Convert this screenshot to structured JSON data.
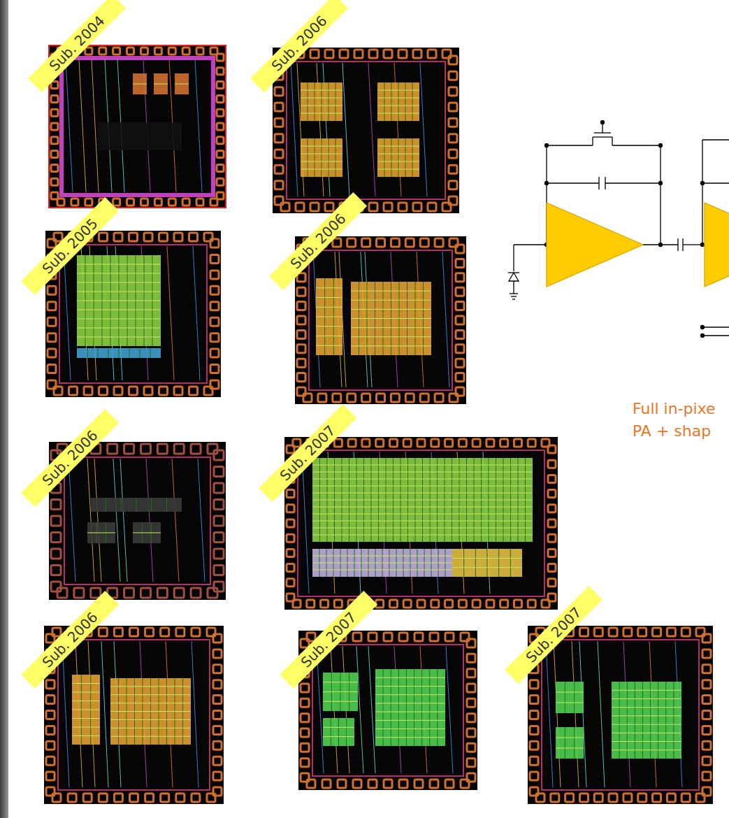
{
  "diagram": {
    "labels": [
      "Sub. 2004",
      "Sub. 2006",
      "Sub. 2005",
      "Sub. 2006",
      "Sub. 2006",
      "Sub. 2007",
      "Sub. 2006",
      "Sub. 2007",
      "Sub. 2007",
      "Full in-pixe",
      "PA + shap"
    ]
  }
}
